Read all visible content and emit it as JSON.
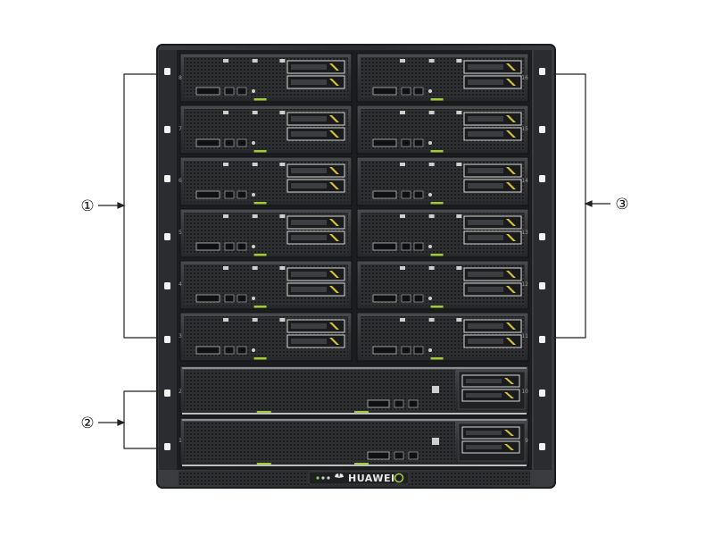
{
  "callouts": [
    {
      "label": "①",
      "target": "half-width-blade-slots-left"
    },
    {
      "label": "②",
      "target": "full-width-blade-slots"
    },
    {
      "label": "③",
      "target": "half-width-blade-slots-right"
    }
  ],
  "chassis": {
    "brand": "HUAWEI",
    "left_slot_numbers": [
      "8",
      "7",
      "6",
      "5",
      "4",
      "3",
      "2",
      "1"
    ],
    "right_slot_numbers": [
      "16",
      "15",
      "14",
      "13",
      "12",
      "11",
      "10",
      "9"
    ]
  },
  "colors": {
    "frame": "#2b2d30",
    "blade": "#3a3b3d",
    "accent_green": "#9ecb3a",
    "handle_yellow": "#d8c43a"
  }
}
